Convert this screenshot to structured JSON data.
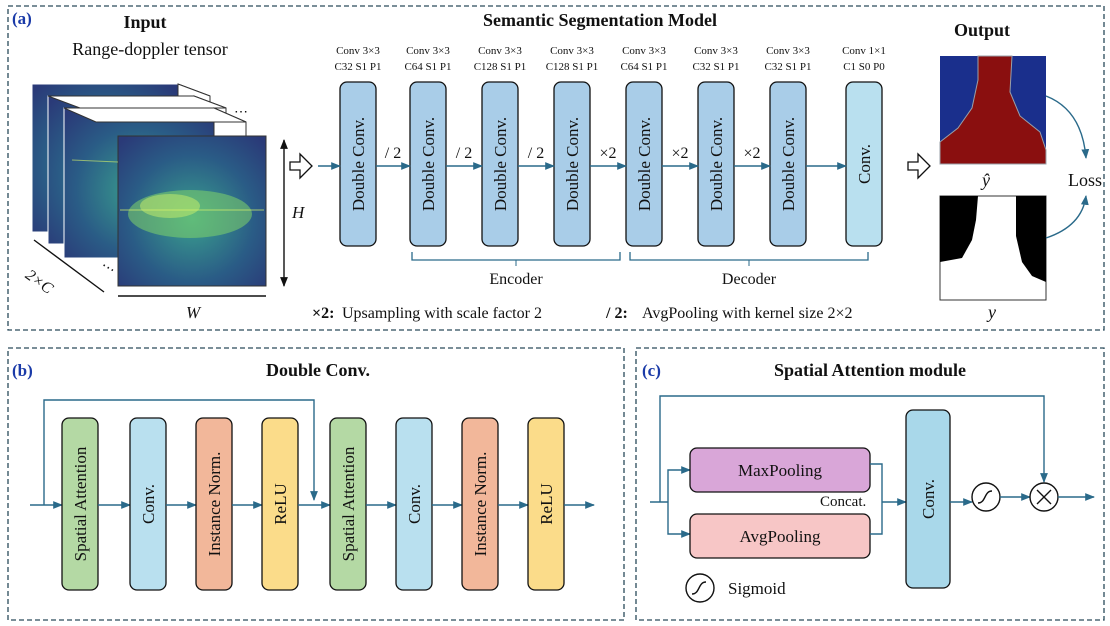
{
  "colors": {
    "panel_border": "#2a4a5a",
    "arrow": "#2a6a8a",
    "blue_box": "#a9cde8",
    "light_blue_box": "#b9e0ef",
    "green_box": "#b4d9a4",
    "orange_box": "#f2b79a",
    "yellow_box": "#fbdc8a",
    "purple_box": "#d9a6d8",
    "pink_box": "#f7c6c6",
    "output_blue": "#1a2f8c",
    "output_red": "#8a0f0f"
  },
  "panel_a": {
    "letter": "(a)",
    "input_title": "Input",
    "input_subtitle": "Range-doppler tensor",
    "label_H": "H",
    "label_W": "W",
    "label_C": "2×C",
    "model_title": "Semantic Segmentation Model",
    "blocks": [
      {
        "name": "Double Conv.",
        "spec1": "Conv 3×3",
        "spec2": "C32 S1 P1"
      },
      {
        "name": "Double Conv.",
        "spec1": "Conv 3×3",
        "spec2": "C64 S1 P1"
      },
      {
        "name": "Double Conv.",
        "spec1": "Conv 3×3",
        "spec2": "C128 S1 P1"
      },
      {
        "name": "Double Conv.",
        "spec1": "Conv 3×3",
        "spec2": "C128 S1 P1"
      },
      {
        "name": "Double Conv.",
        "spec1": "Conv 3×3",
        "spec2": "C64 S1 P1"
      },
      {
        "name": "Double Conv.",
        "spec1": "Conv 3×3",
        "spec2": "C32 S1 P1"
      },
      {
        "name": "Double Conv.",
        "spec1": "Conv 3×3",
        "spec2": "C32 S1 P1"
      },
      {
        "name": "Conv.",
        "spec1": "Conv 1×1",
        "spec2": "C1 S0 P0"
      }
    ],
    "ops": [
      "/ 2",
      "/ 2",
      "/ 2",
      "×2",
      "×2",
      "×2"
    ],
    "encoder_label": "Encoder",
    "decoder_label": "Decoder",
    "legend_up_key": "×2:",
    "legend_up_text": "Upsampling with scale factor 2",
    "legend_pool_key": "/ 2:",
    "legend_pool_text": "AvgPooling with kernel size 2×2",
    "output_title": "Output",
    "y_hat": "ŷ",
    "y": "y",
    "loss": "Loss"
  },
  "panel_b": {
    "letter": "(b)",
    "title": "Double Conv.",
    "blocks": [
      "Spatial Attention",
      "Conv.",
      "Instance Norm.",
      "ReLU",
      "Spatial Attention",
      "Conv.",
      "Instance Norm.",
      "ReLU"
    ]
  },
  "panel_c": {
    "letter": "(c)",
    "title": "Spatial Attention module",
    "maxpool": "MaxPooling",
    "avgpool": "AvgPooling",
    "concat": "Concat.",
    "conv": "Conv.",
    "sigmoid_label": "Sigmoid"
  }
}
